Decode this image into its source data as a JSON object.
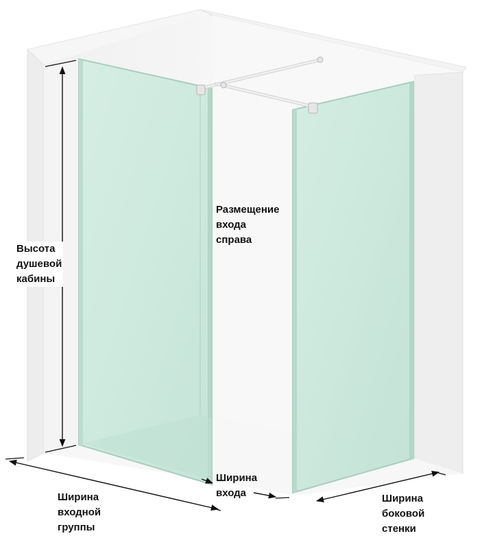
{
  "labels": {
    "cabin_height": [
      "Высота",
      "душевой",
      "кабины"
    ],
    "entrance_placement": [
      "Размещение",
      "входа",
      "справа"
    ],
    "entrance_width": [
      "Ширина",
      "входа"
    ],
    "entry_group_width": [
      "Ширина",
      "входной",
      "группы"
    ],
    "side_wall_width": [
      "Ширина",
      "боковой",
      "стенки"
    ]
  },
  "colors": {
    "wall_front": "#eeeeee",
    "wall_back": "#f3f3f3",
    "floor": "#f7f7f7",
    "glass_fill": "#cfe9df",
    "glass_edge": "#a9cdbf",
    "hardware": "#e2e2e2",
    "dimension_line": "#111111",
    "text": "#111111"
  }
}
